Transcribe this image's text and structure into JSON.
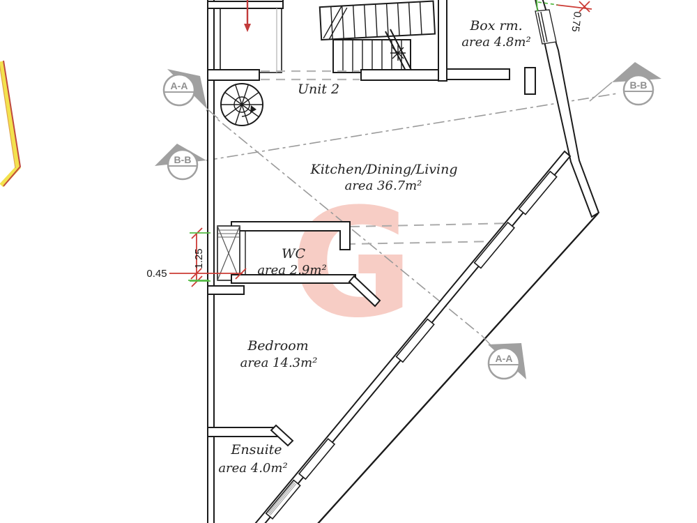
{
  "unit": {
    "label": "Unit 2"
  },
  "rooms": {
    "box": {
      "name": "Box rm.",
      "area": "area 4.8m²"
    },
    "kitchen": {
      "name": "Kitchen/Dining/Living",
      "area": "area 36.7m²"
    },
    "wc": {
      "name": "WC",
      "area": "area 2.9m²"
    },
    "bedroom": {
      "name": "Bedroom",
      "area": "area 14.3m²"
    },
    "ensuite": {
      "name": "Ensuite",
      "area": "area 4.0m²"
    }
  },
  "sections": {
    "aa": "A-A",
    "bb": "B-B"
  },
  "dimensions": {
    "shaft_height": "1.25",
    "shaft_width": "0.45",
    "top_right_opening": "0.75"
  },
  "watermark": {
    "letter": "G",
    "color": "#f7cdc5"
  },
  "colors": {
    "wall": "#1b1b1b",
    "section_line": "#9a9a9a",
    "dimension_red": "#cc3b35",
    "dimension_green": "#55bb44",
    "boundary_yellow": "#f3e24e",
    "boundary_red": "#bf4a3f"
  }
}
